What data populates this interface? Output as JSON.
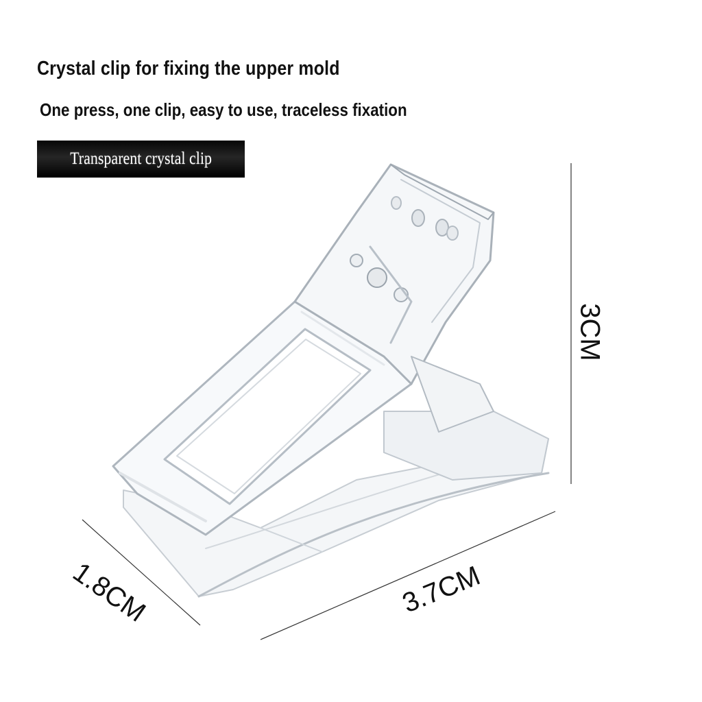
{
  "headline": "Crystal clip for fixing the upper mold",
  "subline": "One press, one clip, easy to use, traceless fixation",
  "badge": "Transparent crystal clip",
  "dimensions": {
    "height": "3CM",
    "width": "3.7CM",
    "depth": "1.8CM"
  }
}
